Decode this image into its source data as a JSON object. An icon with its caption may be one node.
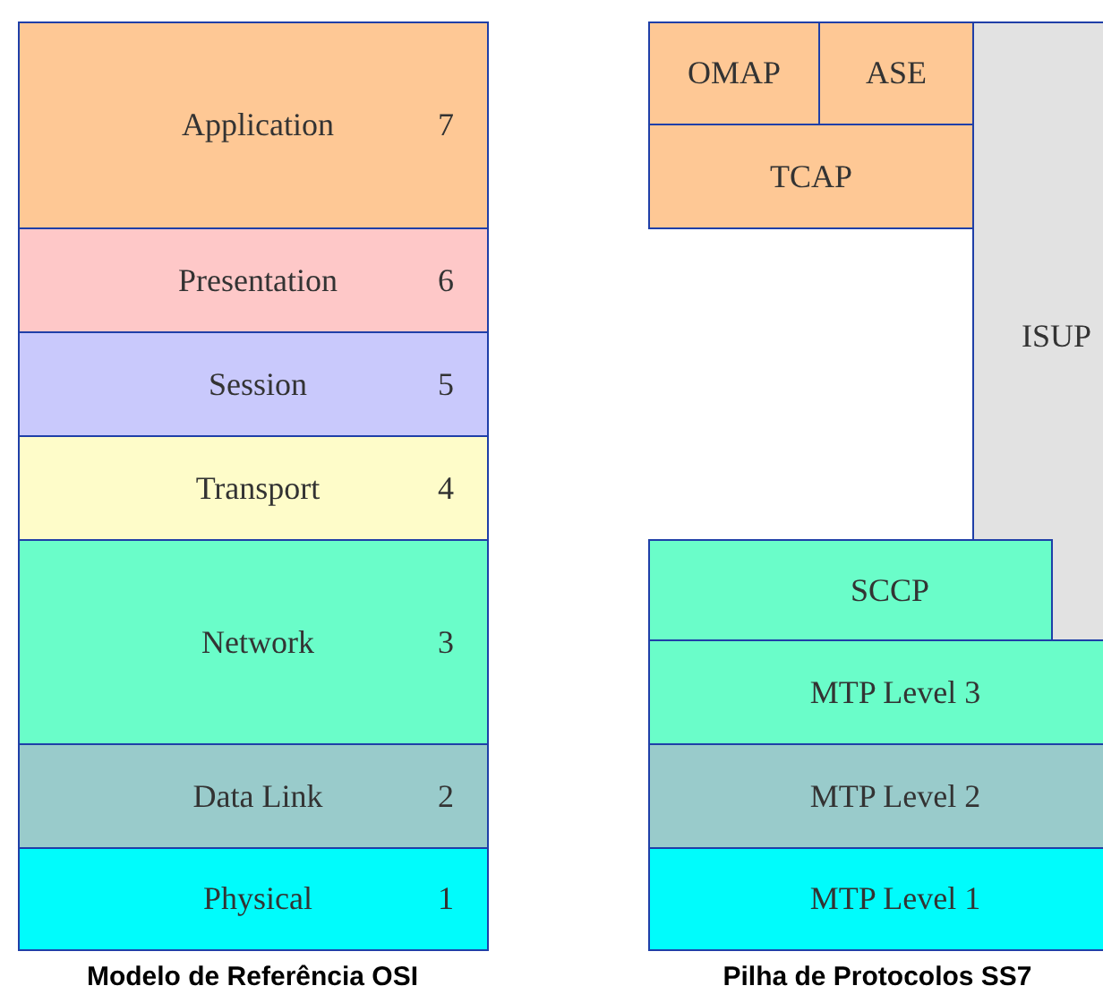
{
  "diagram": {
    "nodes": [
      {
        "text": [
          "Application",
          "7"
        ]
      },
      {
        "text": [
          "Presentation",
          "6"
        ]
      },
      {
        "text": [
          "Session",
          "5"
        ]
      },
      {
        "text": [
          "Transport",
          "4"
        ]
      },
      {
        "text": [
          "Network",
          "3"
        ]
      },
      {
        "text": [
          "Data Link",
          "2"
        ]
      },
      {
        "text": [
          "Physical",
          "1"
        ]
      },
      {
        "text": [
          "OMAP"
        ]
      },
      {
        "text": [
          "ASE"
        ]
      },
      {
        "text": [
          "TCAP"
        ]
      },
      {
        "text": [
          "ISUP"
        ]
      },
      {
        "text": [
          "SCCP"
        ]
      },
      {
        "text": [
          "MTP Level 3"
        ]
      },
      {
        "text": [
          "MTP Level 2"
        ]
      },
      {
        "text": [
          "MTP Level 1"
        ]
      }
    ],
    "labels": [
      "Modelo de Referência OSI",
      "Pilha de Protocolos SS7"
    ]
  }
}
